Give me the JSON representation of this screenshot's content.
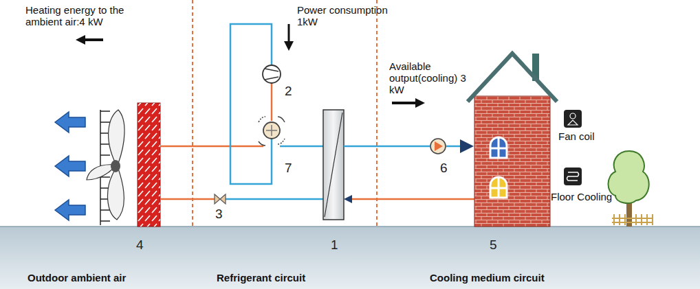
{
  "diagram": {
    "labels": [
      "Heating energy to the ambient air:4 kW",
      "Power consumption 1kW",
      "Available output(cooling) 3 kW",
      "2",
      "7",
      "6",
      "3",
      "Fan coil",
      "Floor Cooling",
      "4",
      "1",
      "5",
      "Outdoor ambient air",
      "Refrigerant circuit",
      "Cooling medium circuit"
    ]
  }
}
